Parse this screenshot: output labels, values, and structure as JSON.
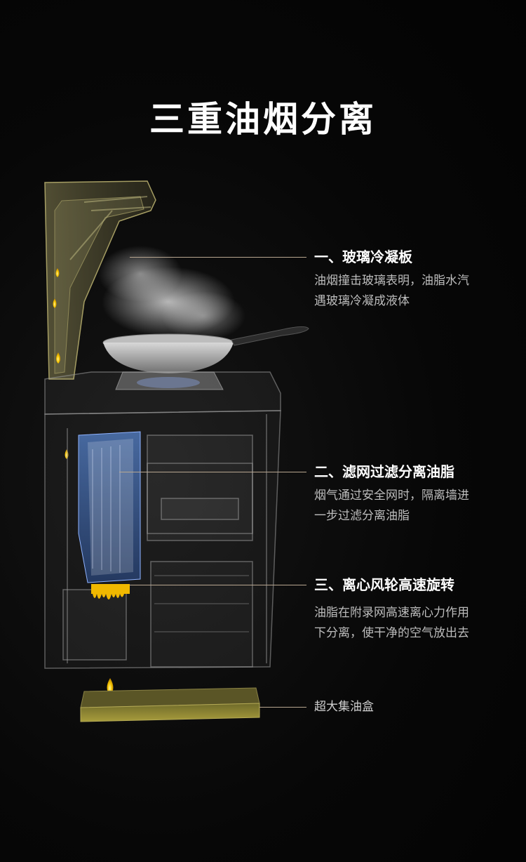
{
  "title": "三重油烟分离",
  "callouts": [
    {
      "heading": "一、玻璃冷凝板",
      "desc_lines": [
        "油烟撞击玻璃表明，油脂水汽",
        "遇玻璃冷凝成液体"
      ]
    },
    {
      "heading": "二、滤网过滤分离油脂",
      "desc_lines": [
        "烟气通过安全网时，隔离墙进",
        "一步过滤分离油脂"
      ]
    },
    {
      "heading": "三、离心风轮高速旋转",
      "desc_lines": [
        "油脂在附录网高速离心力作用",
        "下分离，使干净的空气放出去"
      ]
    }
  ],
  "oil_box_label": "超大集油盒",
  "colors": {
    "accent_line": "#b8a690",
    "oil": "#f0b800",
    "filter": "#4b7fd0",
    "glass": "#c9c27a"
  }
}
